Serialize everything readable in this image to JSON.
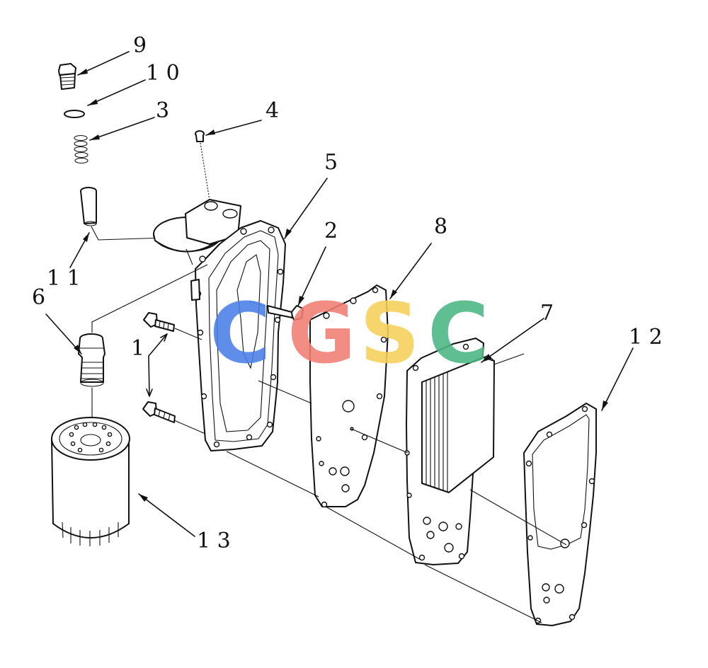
{
  "callouts": {
    "c1": "1",
    "c2": "2",
    "c3": "3",
    "c4": "4",
    "c5": "5",
    "c6": "6",
    "c7": "7",
    "c8": "8",
    "c9": "9",
    "c10": "1 0",
    "c11": "1 1",
    "c12": "1 2",
    "c13": "1 3"
  },
  "watermark": {
    "letters": [
      "C",
      "G",
      "S",
      "C"
    ],
    "colors": [
      "#4a7fe8",
      "#f07e72",
      "#f6d05a",
      "#4ab785"
    ]
  }
}
